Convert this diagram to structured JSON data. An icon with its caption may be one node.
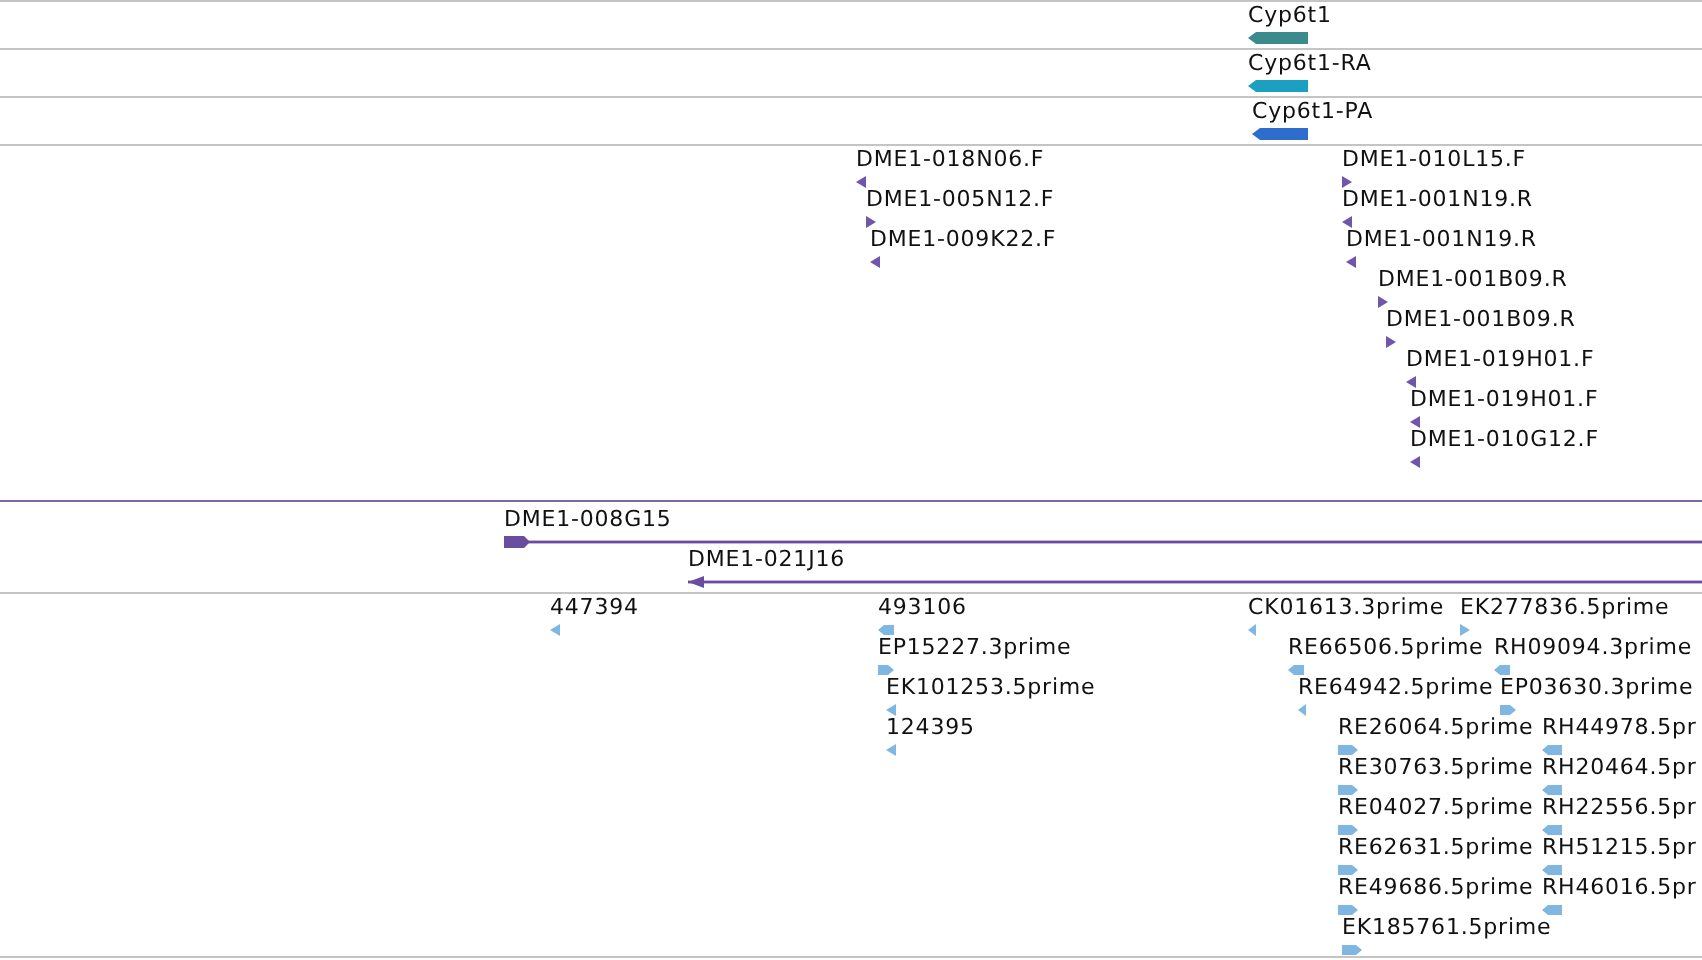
{
  "diagram": {
    "nodes": [
      {
        "text": [
          "Cyp6t1"
        ]
      },
      {
        "text": [
          "Cyp6t1-RA"
        ]
      },
      {
        "text": [
          "Cyp6t1-PA"
        ]
      },
      {
        "text": [
          "DME1-018N06.F"
        ]
      },
      {
        "text": [
          "DME1-010L15.F"
        ]
      },
      {
        "text": [
          "DME1-005N12.F"
        ]
      },
      {
        "text": [
          "DME1-001N19.R"
        ]
      },
      {
        "text": [
          "DME1-009K22.F"
        ]
      },
      {
        "text": [
          "DME1-001N19.R"
        ]
      },
      {
        "text": [
          "DME1-001B09.R"
        ]
      },
      {
        "text": [
          "DME1-001B09.R"
        ]
      },
      {
        "text": [
          "DME1-019H01.F"
        ]
      },
      {
        "text": [
          "DME1-019H01.F"
        ]
      },
      {
        "text": [
          "DME1-010G12.F"
        ]
      },
      {
        "text": [
          "DME1-008G15"
        ]
      },
      {
        "text": [
          "DME1-021J16"
        ]
      },
      {
        "text": [
          "447394"
        ]
      },
      {
        "text": [
          "493106"
        ]
      },
      {
        "text": [
          "CK01613.3prime"
        ]
      },
      {
        "text": [
          "EK277836.5prime"
        ]
      },
      {
        "text": [
          "EP15227.3prime"
        ]
      },
      {
        "text": [
          "RE66506.5prime"
        ]
      },
      {
        "text": [
          "RH09094.3prime"
        ]
      },
      {
        "text": [
          "EK101253.5prime"
        ]
      },
      {
        "text": [
          "RE64942.5prime"
        ]
      },
      {
        "text": [
          "EP03630.3prime"
        ]
      },
      {
        "text": [
          "124395"
        ]
      },
      {
        "text": [
          "RE26064.5prime"
        ]
      },
      {
        "text": [
          "RH44978.5pr"
        ]
      },
      {
        "text": [
          "RE30763.5prime"
        ]
      },
      {
        "text": [
          "RH20464.5pr"
        ]
      },
      {
        "text": [
          "RE04027.5prime"
        ]
      },
      {
        "text": [
          "RH22556.5pr"
        ]
      },
      {
        "text": [
          "RE62631.5prime"
        ]
      },
      {
        "text": [
          "RH51215.5pr"
        ]
      },
      {
        "text": [
          "RE49686.5prime"
        ]
      },
      {
        "text": [
          "RH46016.5pr"
        ]
      },
      {
        "text": [
          "EK185761.5prime"
        ]
      }
    ]
  }
}
